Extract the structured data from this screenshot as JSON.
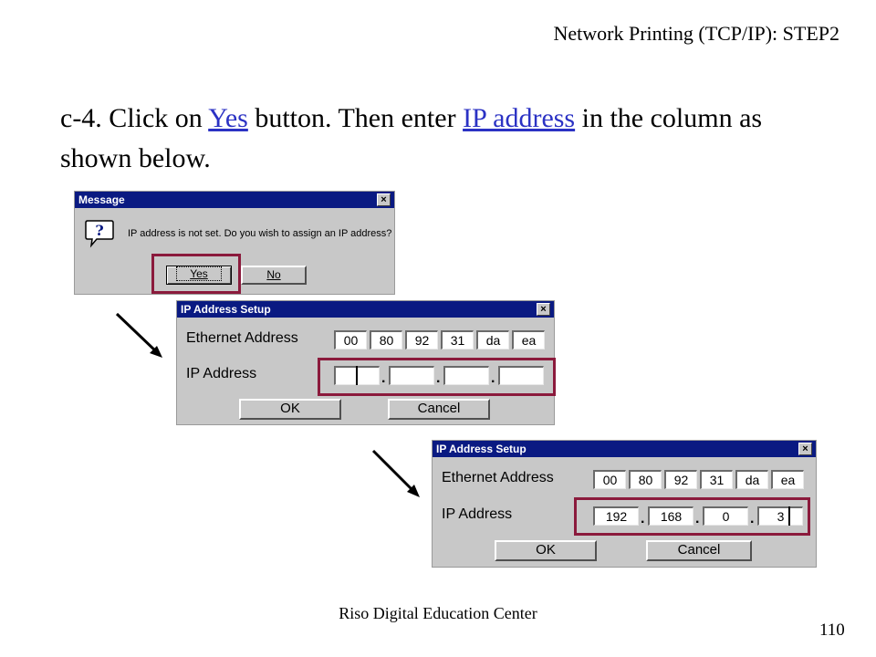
{
  "header": {
    "title": "Network Printing (TCP/IP): STEP2"
  },
  "instruction": {
    "part1": "c-4. Click on ",
    "yes_link": "Yes",
    "part2": " button. Then enter ",
    "ip_link": "IP address",
    "part3": " in the column as shown below."
  },
  "message_dialog": {
    "title": "Message",
    "close": "×",
    "text": "IP address is not set.  Do you wish to assign an IP address?",
    "yes_label": "Yes",
    "no_label": "No"
  },
  "ip_setup_empty": {
    "title": "IP Address Setup",
    "close": "×",
    "ethernet_label": "Ethernet Address",
    "ethernet": [
      "00",
      "80",
      "92",
      "31",
      "da",
      "ea"
    ],
    "ip_label": "IP Address",
    "ip": [
      "",
      "",
      "",
      ""
    ],
    "ok_label": "OK",
    "cancel_label": "Cancel"
  },
  "ip_setup_filled": {
    "title": "IP Address Setup",
    "close": "×",
    "ethernet_label": "Ethernet Address",
    "ethernet": [
      "00",
      "80",
      "92",
      "31",
      "da",
      "ea"
    ],
    "ip_label": "IP Address",
    "ip": [
      "192",
      "168",
      "0",
      "3"
    ],
    "ok_label": "OK",
    "cancel_label": "Cancel"
  },
  "footer": {
    "center": "Riso Digital Education Center",
    "page": "110"
  },
  "colors": {
    "link": "#2b32c4",
    "highlight": "#8b1a3c",
    "titlebar": "#0a1a82",
    "dialog_bg": "#c8c8c8"
  }
}
